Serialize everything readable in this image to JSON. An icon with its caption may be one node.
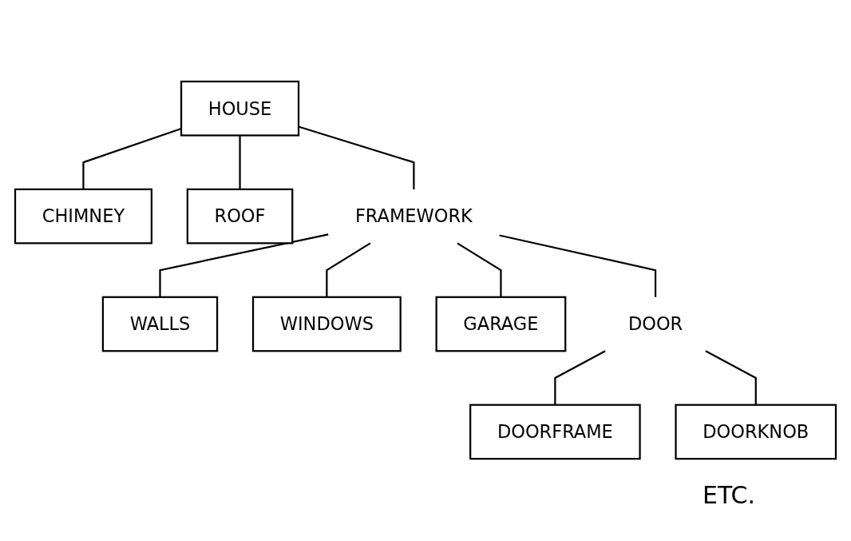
{
  "diagram": {
    "nodes": [
      {
        "text": [
          "HOUSE"
        ]
      },
      {
        "text": [
          "CHIMNEY"
        ]
      },
      {
        "text": [
          "ROOF"
        ]
      },
      {
        "text": [
          "FRAMEWORK"
        ]
      },
      {
        "text": [
          "WALLS"
        ]
      },
      {
        "text": [
          "WINDOWS"
        ]
      },
      {
        "text": [
          "GARAGE"
        ]
      },
      {
        "text": [
          "DOOR"
        ]
      },
      {
        "text": [
          "DOORFRAME"
        ]
      },
      {
        "text": [
          "DOORKNOB"
        ]
      }
    ],
    "edges": [
      {
        "from": 0,
        "to": 1,
        "arrow": "none"
      },
      {
        "from": 0,
        "to": 2,
        "arrow": "none"
      },
      {
        "from": 0,
        "to": 3,
        "arrow": "none"
      },
      {
        "from": 3,
        "to": 7,
        "arrow": "none"
      },
      {
        "from": 3,
        "to": 4,
        "arrow": "none"
      },
      {
        "from": 3,
        "to": 5,
        "arrow": "none"
      },
      {
        "from": 3,
        "to": 6,
        "arrow": "none"
      },
      {
        "from": 7,
        "to": 8,
        "arrow": "none"
      },
      {
        "from": 7,
        "to": 9,
        "arrow": "none"
      }
    ],
    "labels": [
      "ETC."
    ]
  }
}
